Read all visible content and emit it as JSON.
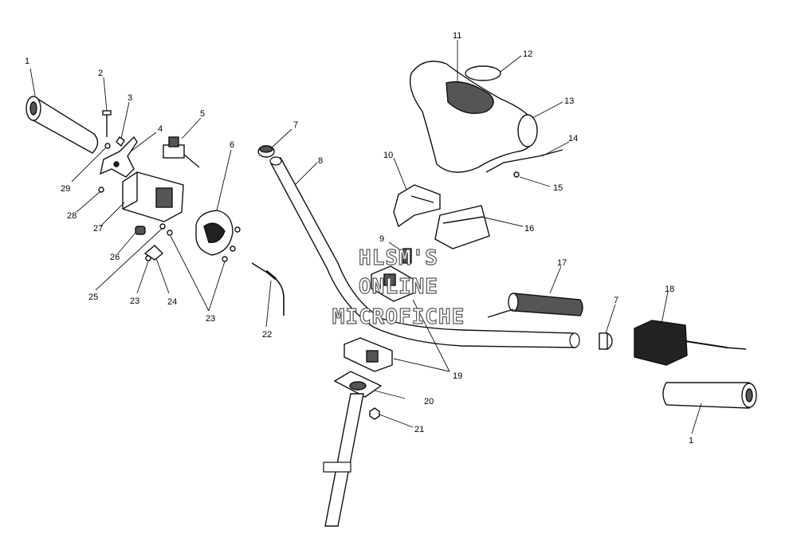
{
  "watermark": {
    "line1": "HLSM'S",
    "line2": "ONLINE",
    "line3": "MICROFICHE"
  },
  "callouts": {
    "c1a": "1",
    "c2": "2",
    "c3": "3",
    "c4": "4",
    "c5": "5",
    "c6": "6",
    "c7a": "7",
    "c8": "8",
    "c9": "9",
    "c10": "10",
    "c11": "11",
    "c12": "12",
    "c13": "13",
    "c14": "14",
    "c15": "15",
    "c16": "16",
    "c17": "17",
    "c18": "18",
    "c7b": "7",
    "c1b": "1",
    "c19": "19",
    "c20": "20",
    "c21": "21",
    "c22": "22",
    "c23a": "23",
    "c23b": "23",
    "c24": "24",
    "c25": "25",
    "c26": "26",
    "c27": "27",
    "c28": "28",
    "c29": "29"
  }
}
